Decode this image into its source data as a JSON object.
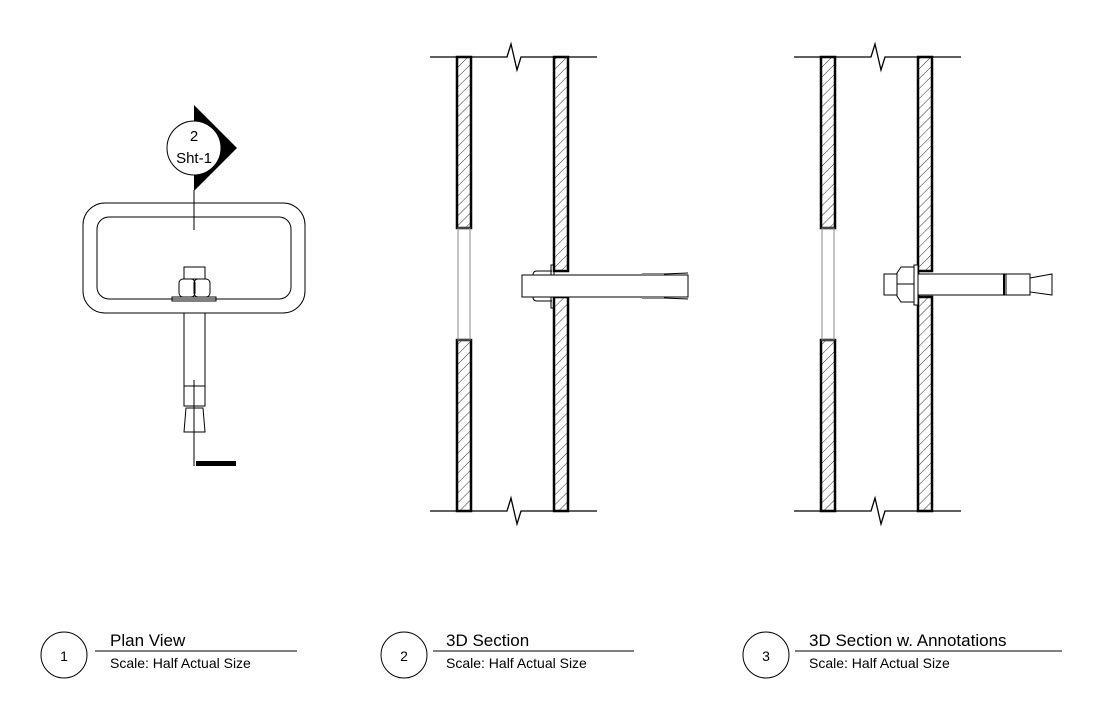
{
  "section_marker": {
    "number": "2",
    "sheet": "Sht-1"
  },
  "details": [
    {
      "number": "1",
      "title": "Plan View",
      "scale": "Scale: Half Actual Size"
    },
    {
      "number": "2",
      "title": "3D Section",
      "scale": "Scale: Half Actual Size"
    },
    {
      "number": "3",
      "title": "3D Section w. Annotations",
      "scale": "Scale: Half Actual Size"
    }
  ]
}
